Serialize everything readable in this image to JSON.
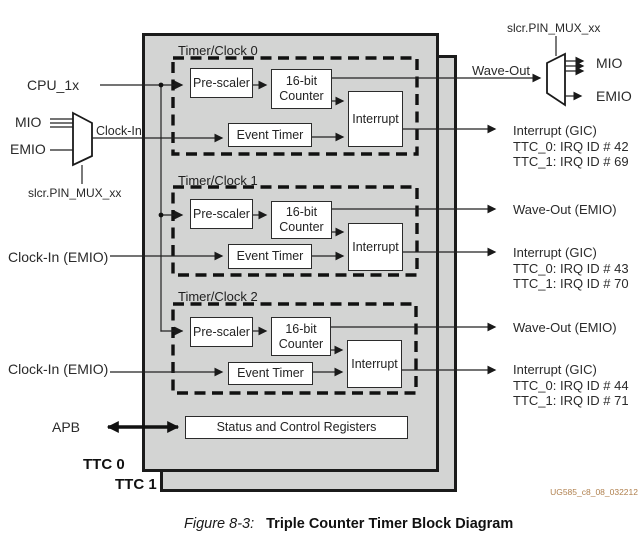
{
  "diagram": {
    "left_inputs": {
      "cpu_clock": "CPU_1x",
      "mio": "MIO",
      "emio": "EMIO",
      "pin_mux": "slcr.PIN_MUX_xx",
      "clock_in": "Clock-In",
      "clock_in_emio_1": "Clock-In (EMIO)",
      "clock_in_emio_2": "Clock-In (EMIO)",
      "apb": "APB"
    },
    "timers": [
      {
        "title": "Timer/Clock 0",
        "prescaler_label": "Pre-scaler",
        "counter_label": "16-bit Counter",
        "event_timer_label": "Event Timer",
        "interrupt_label": "Interrupt"
      },
      {
        "title": "Timer/Clock 1",
        "prescaler_label": "Pre-scaler",
        "counter_label": "16-bit Counter",
        "event_timer_label": "Event Timer",
        "interrupt_label": "Interrupt"
      },
      {
        "title": "Timer/Clock 2",
        "prescaler_label": "Pre-scaler",
        "counter_label": "16-bit Counter",
        "event_timer_label": "Event Timer",
        "interrupt_label": "Interrupt"
      }
    ],
    "right_outputs": {
      "pin_mux": "slcr.PIN_MUX_xx",
      "wave_out": "Wave-Out",
      "mio": "MIO",
      "emio": "EMIO",
      "wave_out_emio_1": "Wave-Out (EMIO)",
      "wave_out_emio_2": "Wave-Out (EMIO)",
      "interrupt_rows": [
        {
          "title": "Interrupt (GIC)",
          "irq_ttc0": "TTC_0: IRQ ID # 42",
          "irq_ttc1": "TTC_1: IRQ ID # 69"
        },
        {
          "title": "Interrupt (GIC)",
          "irq_ttc0": "TTC_0: IRQ ID # 43",
          "irq_ttc1": "TTC_1: IRQ ID # 70"
        },
        {
          "title": "Interrupt (GIC)",
          "irq_ttc0": "TTC_0: IRQ ID # 44",
          "irq_ttc1": "TTC_1: IRQ ID # 71"
        }
      ]
    },
    "registers_box": "Status and Control Registers",
    "ttc0_label": "TTC 0",
    "ttc1_label": "TTC 1",
    "colors": {
      "box_fill": "#d3d4d3",
      "line": "#1a1a1a",
      "tag": "#b0804e"
    }
  },
  "footer": {
    "doc_tag": "UG585_c8_08_032212",
    "figure_label": "Figure 8-3:",
    "figure_title": "Triple Counter Timer Block Diagram"
  }
}
